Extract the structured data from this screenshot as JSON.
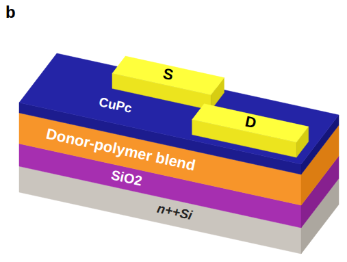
{
  "diagram": {
    "nodes": [
      {
        "text": [
          "S"
        ]
      },
      {
        "text": [
          "D"
        ]
      },
      {
        "text": [
          "CuPc"
        ]
      },
      {
        "text": [
          "Donor-polymer blend"
        ]
      },
      {
        "text": [
          "SiO2"
        ]
      },
      {
        "text": [
          "n++Si"
        ]
      }
    ],
    "labels": [
      "b"
    ]
  }
}
